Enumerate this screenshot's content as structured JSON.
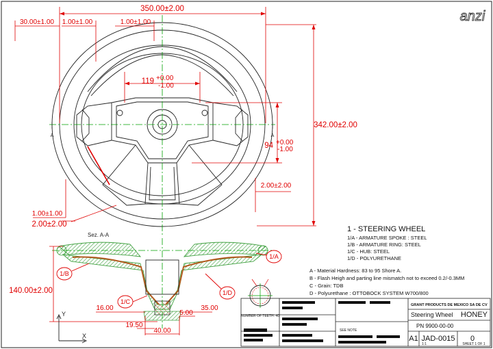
{
  "brand": {
    "logo_text": "anzi"
  },
  "dimensions": {
    "overall_width": "350.00±2.00",
    "left_offset": "30.00±1.00",
    "spoke_gap_left": "1.00±1.00",
    "spoke_gap_right": "1.00±1.00",
    "hub_width_main": "119",
    "hub_width_tol_upper": "+0.00",
    "hub_width_tol_lower": "-1.00",
    "overall_height": "342.00±2.00",
    "hub_height_main": "94",
    "hub_height_tol_upper": "+0.00",
    "hub_height_tol_lower": "-1.00",
    "right_spoke_gap": "2.00±2.00",
    "rim_gap_small": "1.00±1.00",
    "rim_gap_large": "2.00±2.00",
    "section_depth": "140.00±2.00",
    "hub_d1": "16.00",
    "hub_d2": "35.00",
    "hub_d3": "19.50",
    "hub_d4": "40.00",
    "hub_d5": "5.00"
  },
  "section": {
    "label": "Sez. A-A",
    "marker_left": "A",
    "marker_right": "A"
  },
  "gear": {
    "label": "NUMBER OF TEETH: 40"
  },
  "axis": {
    "y": "Y",
    "x": "X"
  },
  "callouts": [
    "1/A",
    "1/B",
    "1/C",
    "1/D"
  ],
  "bom": {
    "title": "1 - STEERING WHEEL",
    "items": [
      "1/A - ARMATURE SPOKE : STEEL",
      "1/B - ARMATURE RING: STEEL",
      "1/C - HUB: STEEL",
      "1/D - POLYURETHANE"
    ]
  },
  "notes": [
    "A - Material Hardness: 83 to 95 Shore A.",
    "B - Flash Heigh and parting line mismatch not to exceed 0.2/-0.3MM",
    "C - Grain: TDB",
    "D - Polyurethane : OTTOBOCK SYSTEM W700/800"
  ],
  "title_block": {
    "company": "GRANT PRODUCTS DE MEXICO SA DE CV",
    "part_name": "Steering Wheel",
    "customer": "HONEY",
    "pn": "PN 9900-00-00",
    "size": "A1",
    "drawing_no": "JAD-0015",
    "rev": "0",
    "scale": "1:1",
    "sheet": "SHEET 1 OF 1",
    "see_note": "SEE NOTE"
  },
  "colors": {
    "dimension": "#e00000",
    "centerline": "#00a000",
    "hatch": "#3fa03f",
    "line": "#111111"
  }
}
